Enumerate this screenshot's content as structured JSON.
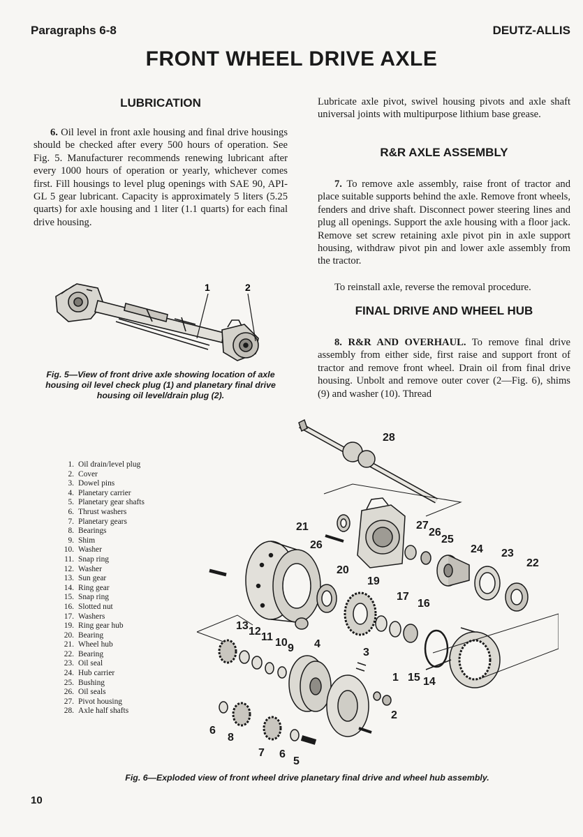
{
  "header": {
    "left": "Paragraphs 6-8",
    "right": "DEUTZ-ALLIS"
  },
  "title": "FRONT WHEEL DRIVE AXLE",
  "lubrication": {
    "heading": "LUBRICATION",
    "para6_num": "6.",
    "para6_text": "Oil level in front axle housing and final drive housings should be checked after every 500 hours of operation. See Fig. 5. Manufacturer recommends renewing lubricant after every 1000 hours of operation or yearly, whichever comes first. Fill housings to level plug openings with SAE 90, API-GL 5 gear lubricant. Capacity is approximately 5 liters (5.25 quarts) for axle housing and 1 liter (1.1 quarts) for each final drive housing.",
    "right_text": "Lubricate axle pivot, swivel housing pivots and axle shaft universal joints with multipurpose lithium base grease."
  },
  "fig5": {
    "callouts": [
      "1",
      "2"
    ],
    "caption": "Fig. 5—View of front drive axle showing location of axle housing oil level check plug (1) and planetary final drive housing oil level/drain plug (2)."
  },
  "rr_axle": {
    "heading": "R&R AXLE ASSEMBLY",
    "para7_num": "7.",
    "para7_text": "To remove axle assembly, raise front of tractor and place suitable supports behind the axle. Remove front wheels, fenders and drive shaft. Disconnect power steering lines and plug all openings. Support the axle housing with a floor jack. Remove set screw retaining axle pivot pin in axle support housing, withdraw pivot pin and lower axle assembly from the tractor.",
    "reinstall": "To reinstall axle, reverse the removal procedure."
  },
  "final_drive": {
    "heading": "FINAL DRIVE AND WHEEL HUB",
    "para8_num": "8.",
    "para8_title": "R&R AND OVERHAUL.",
    "para8_text": "To remove final drive assembly from either side, first raise and support front of tractor and remove front wheel. Drain oil from final drive housing. Unbolt and remove outer cover (2—Fig. 6), shims (9) and washer (10). Thread"
  },
  "fig6": {
    "legend": [
      {
        "num": "1.",
        "label": "Oil drain/level plug"
      },
      {
        "num": "2.",
        "label": "Cover"
      },
      {
        "num": "3.",
        "label": "Dowel pins"
      },
      {
        "num": "4.",
        "label": "Planetary carrier"
      },
      {
        "num": "5.",
        "label": "Planetary gear shafts"
      },
      {
        "num": "6.",
        "label": "Thrust washers"
      },
      {
        "num": "7.",
        "label": "Planetary gears"
      },
      {
        "num": "8.",
        "label": "Bearings"
      },
      {
        "num": "9.",
        "label": "Shim"
      },
      {
        "num": "10.",
        "label": "Washer"
      },
      {
        "num": "11.",
        "label": "Snap ring"
      },
      {
        "num": "12.",
        "label": "Washer"
      },
      {
        "num": "13.",
        "label": "Sun gear"
      },
      {
        "num": "14.",
        "label": "Ring gear"
      },
      {
        "num": "15.",
        "label": "Snap ring"
      },
      {
        "num": "16.",
        "label": "Slotted nut"
      },
      {
        "num": "17.",
        "label": "Washers"
      },
      {
        "num": "19.",
        "label": "Ring gear hub"
      },
      {
        "num": "20.",
        "label": "Bearing"
      },
      {
        "num": "21.",
        "label": "Wheel hub"
      },
      {
        "num": "22.",
        "label": "Bearing"
      },
      {
        "num": "23.",
        "label": "Oil seal"
      },
      {
        "num": "24.",
        "label": "Hub carrier"
      },
      {
        "num": "25.",
        "label": "Bushing"
      },
      {
        "num": "26.",
        "label": "Oil seals"
      },
      {
        "num": "27.",
        "label": "Pivot housing"
      },
      {
        "num": "28.",
        "label": "Axle half shafts"
      }
    ],
    "callouts": {
      "c28": "28",
      "c21": "21",
      "c26": "26",
      "c27": "27",
      "c26b": "26",
      "c25": "25",
      "c24": "24",
      "c23": "23",
      "c22": "22",
      "c20": "20",
      "c19": "19",
      "c17": "17",
      "c16": "16",
      "c13": "13",
      "c12": "12",
      "c11": "11",
      "c10": "10",
      "c9": "9",
      "c4": "4",
      "c3": "3",
      "c1": "1",
      "c15": "15",
      "c14": "14",
      "c2": "2",
      "c6": "6",
      "c8": "8",
      "c7": "7",
      "c6b": "6",
      "c5": "5"
    },
    "caption": "Fig. 6—Exploded view of front wheel drive planetary final drive and wheel hub assembly."
  },
  "page_number": "10"
}
